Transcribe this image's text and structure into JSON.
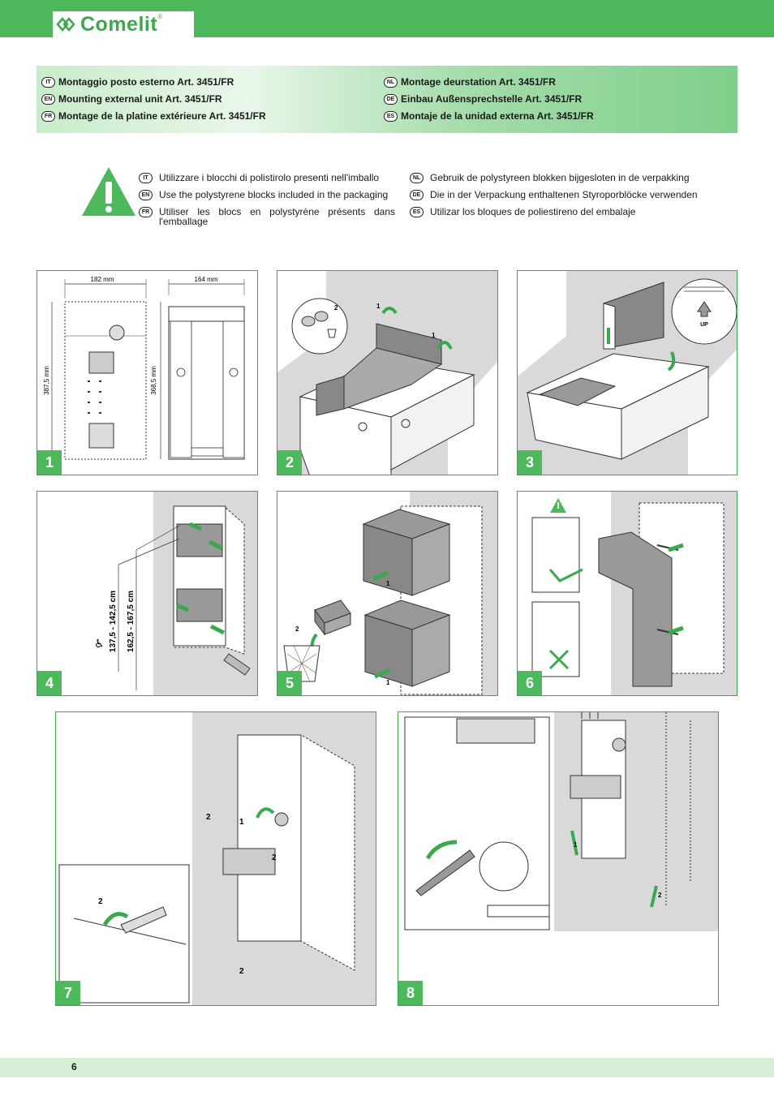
{
  "brand": {
    "name": "Comelit",
    "reg": "®"
  },
  "titles": [
    {
      "lang": "IT",
      "text": "Montaggio posto esterno Art. 3451/FR"
    },
    {
      "lang": "EN",
      "text": "Mounting external unit Art. 3451/FR"
    },
    {
      "lang": "FR",
      "text": "Montage de la platine extérieure Art. 3451/FR"
    },
    {
      "lang": "NL",
      "text": "Montage deurstation Art. 3451/FR"
    },
    {
      "lang": "DE",
      "text": "Einbau Außensprechstelle Art. 3451/FR"
    },
    {
      "lang": "ES",
      "text": "Montaje de la unidad externa Art. 3451/FR"
    }
  ],
  "warnings": [
    {
      "lang": "IT",
      "text": "Utilizzare i blocchi di polistirolo presenti nell'imballo"
    },
    {
      "lang": "EN",
      "text": "Use the polystyrene blocks included in the packaging"
    },
    {
      "lang": "FR",
      "text": "Utiliser les blocs en polystyrène présents dans l'emballage"
    },
    {
      "lang": "NL",
      "text": "Gebruik de polystyreen blokken bijgesloten in de verpakking"
    },
    {
      "lang": "DE",
      "text": "Die in der Verpackung enthaltenen Styroporblöcke verwenden"
    },
    {
      "lang": "ES",
      "text": "Utilizar los bloques de poliestireno del embalaje"
    }
  ],
  "steps": {
    "s1": {
      "num": "1",
      "w1": "182 mm",
      "w2": "164 mm",
      "h1": "387,5 mm",
      "h2": "368,5 mm"
    },
    "s2": {
      "num": "2",
      "c1": "1",
      "c2": "1",
      "c3": "2"
    },
    "s3": {
      "num": "3",
      "up": "UP"
    },
    "s4": {
      "num": "4",
      "h1": "137,5 - 142,5 cm",
      "h2": "162,5 - 167,5 cm",
      "wheelchair": "♿"
    },
    "s5": {
      "num": "5",
      "c1": "1",
      "c2": "1",
      "c3": "2"
    },
    "s6": {
      "num": "6"
    },
    "s7": {
      "num": "7",
      "c1": "1",
      "c2": "2",
      "c3": "2",
      "c4": "2",
      "c5": "2"
    },
    "s8": {
      "num": "8",
      "c1": "1",
      "c2": "2"
    }
  },
  "page": "6"
}
